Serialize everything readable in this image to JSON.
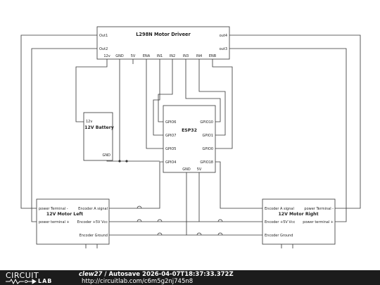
{
  "schematic": {
    "driver": {
      "title": "L298N Motor Driveer",
      "pins": {
        "out1": "Out1",
        "out2": "Out2",
        "out4": "out4",
        "out3": "out3",
        "v12": "12v",
        "gnd": "GND",
        "v5": "5V",
        "ena": "ENA",
        "in1": "IN1",
        "in2": "IN2",
        "in3": "IN3",
        "in4": "IN4",
        "enb": "ENB"
      }
    },
    "battery": {
      "title": "12V Battery",
      "pins": {
        "v12": "12v",
        "gnd": "GND"
      }
    },
    "esp32": {
      "title": "ESP32",
      "pins": {
        "gpio6": "GPIO6",
        "gpio7": "GPIO7",
        "gpio5": "GPIO5",
        "gpio4": "GPIO4",
        "gpio10": "GPIO10",
        "gpio1": "GPIO1",
        "gpio0": "GPIO0",
        "gpio18": "GPIO18",
        "gnd": "GND",
        "v5": "5V"
      }
    },
    "motor_left": {
      "title": "12V Motor Left",
      "pins": {
        "power_neg": "power Terminal -",
        "power_pos": "power terminal +",
        "enc_a": "Encoder A signal",
        "enc_vcc": "Encoder +5V Vcc",
        "enc_gnd": "Encoder Ground"
      }
    },
    "motor_right": {
      "title": "12V Motor Right",
      "pins": {
        "enc_a": "Encoder A signal",
        "enc_vcc": "Encoder +5V Vcc",
        "enc_gnd": "Encoder Ground",
        "power_neg": "power Terminal -",
        "power_pos": "power terminal +"
      }
    }
  },
  "footer": {
    "logo_top": "CIRCUIT",
    "logo_bottom": "LAB",
    "user": "clew27",
    "separator": " / ",
    "autosave": "Autosave 2026-04-07T18:37:33.372Z",
    "url": "http://circuitlab.com/c6m5g2nj745n8"
  }
}
